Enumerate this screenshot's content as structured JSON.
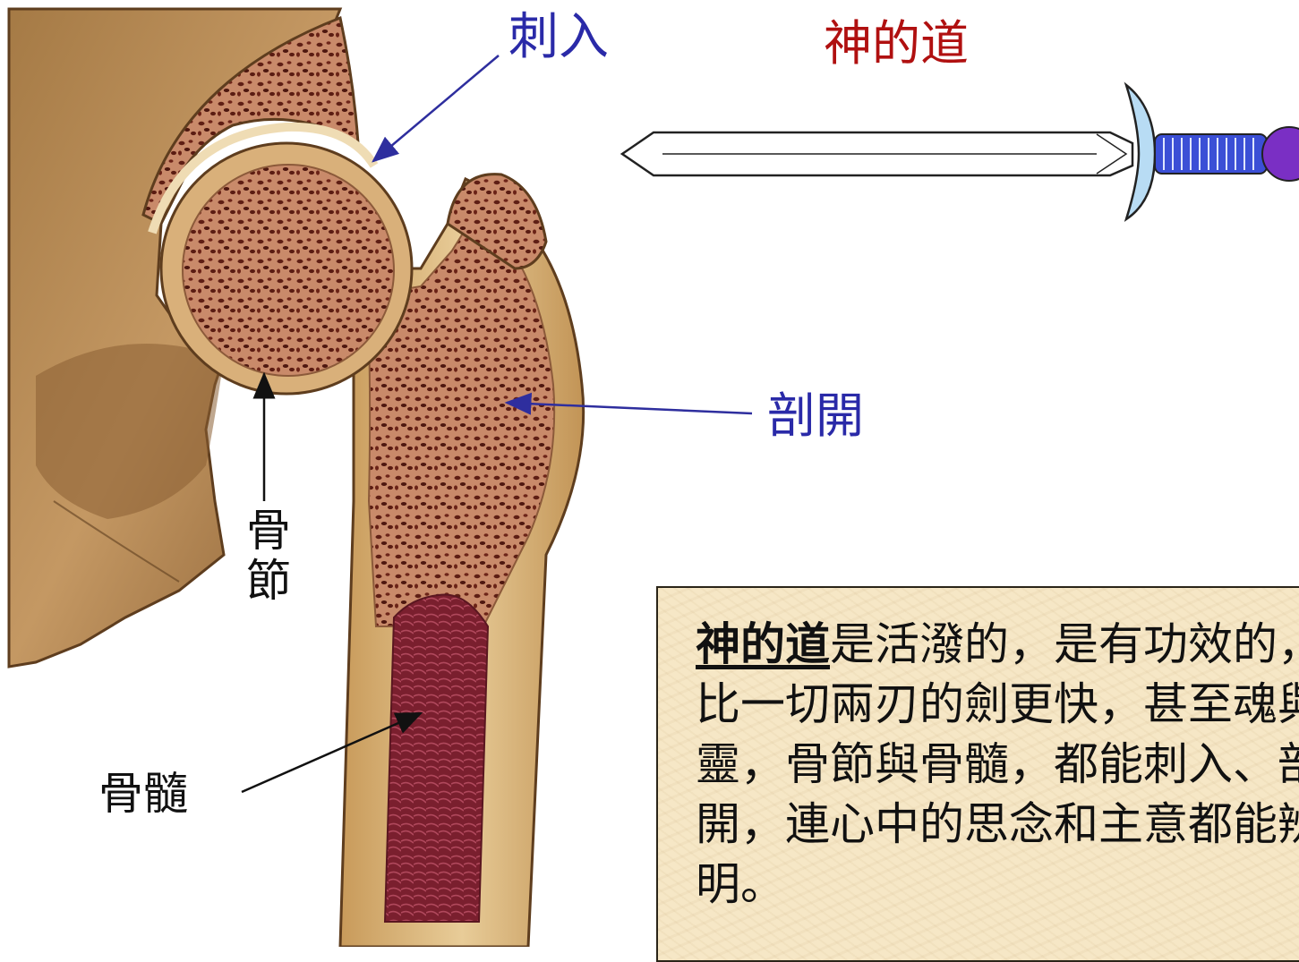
{
  "labels": {
    "pierce": "刺入",
    "word_of_god": "神的道",
    "divide": "剖開",
    "joint": "骨節",
    "marrow": "骨髓"
  },
  "verse": {
    "highlight": "神的道",
    "text": "是活潑的，是有功效的，比一切兩刃的劍更快，甚至魂與靈，骨節與骨髓，都能刺入、剖開，連心中的思念和主意都能辨明。"
  },
  "colors": {
    "label_blue": "#2a2aa8",
    "label_red": "#b01010",
    "label_black": "#111111",
    "arrow_blue": "#2e2e9e",
    "sword_hilt_blue": "#3b4fd6",
    "sword_guard": "#b8dcf4",
    "sword_pommel": "#7a2fc4",
    "bone_tan": "#b88a55",
    "bone_spongy": "#9b4a35",
    "marrow": "#7a1f2e",
    "box_bg": "#f6e7c6"
  },
  "icons": {
    "sword": "sword-icon",
    "bone": "femur-illustration"
  }
}
